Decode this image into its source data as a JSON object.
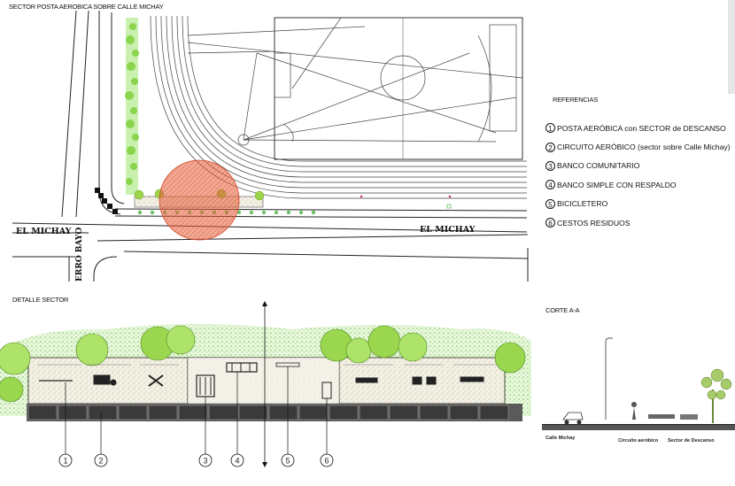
{
  "titles": {
    "plan": "SECTOR POSTA AEROBICA SOBRE CALLE MICHAY",
    "detail": "DETALLE SECTOR",
    "references": "REFERENCIAS",
    "section": "CORTE A-A"
  },
  "streets": {
    "left": "EL MICHAY",
    "right": "EL MICHAY",
    "vertical": "ERRO BAYO"
  },
  "references": [
    {
      "num": "1",
      "text": "POSTA AERÓBICA con SECTOR de DESCANSO"
    },
    {
      "num": "2",
      "text": "CIRCUITO AERÓBICO (sector sobre Calle Michay)"
    },
    {
      "num": "3",
      "text": "BANCO COMUNITARIO"
    },
    {
      "num": "4",
      "text": "BANCO SIMPLE CON RESPALDO"
    },
    {
      "num": "5",
      "text": "BICICLETERO"
    },
    {
      "num": "6",
      "text": "CESTOS RESIDUOS"
    }
  ],
  "callouts": [
    "1",
    "2",
    "3",
    "4",
    "5",
    "6"
  ],
  "section_labels": {
    "a": "Calle Michay",
    "b": "Circuito aeróbico",
    "c": "Sector de Descanso"
  },
  "colors": {
    "highlight_circle": "#e8603c",
    "vegetation": "#7ed957",
    "tree_green": "#5fb82e",
    "pavement": "#3a3a3a"
  }
}
